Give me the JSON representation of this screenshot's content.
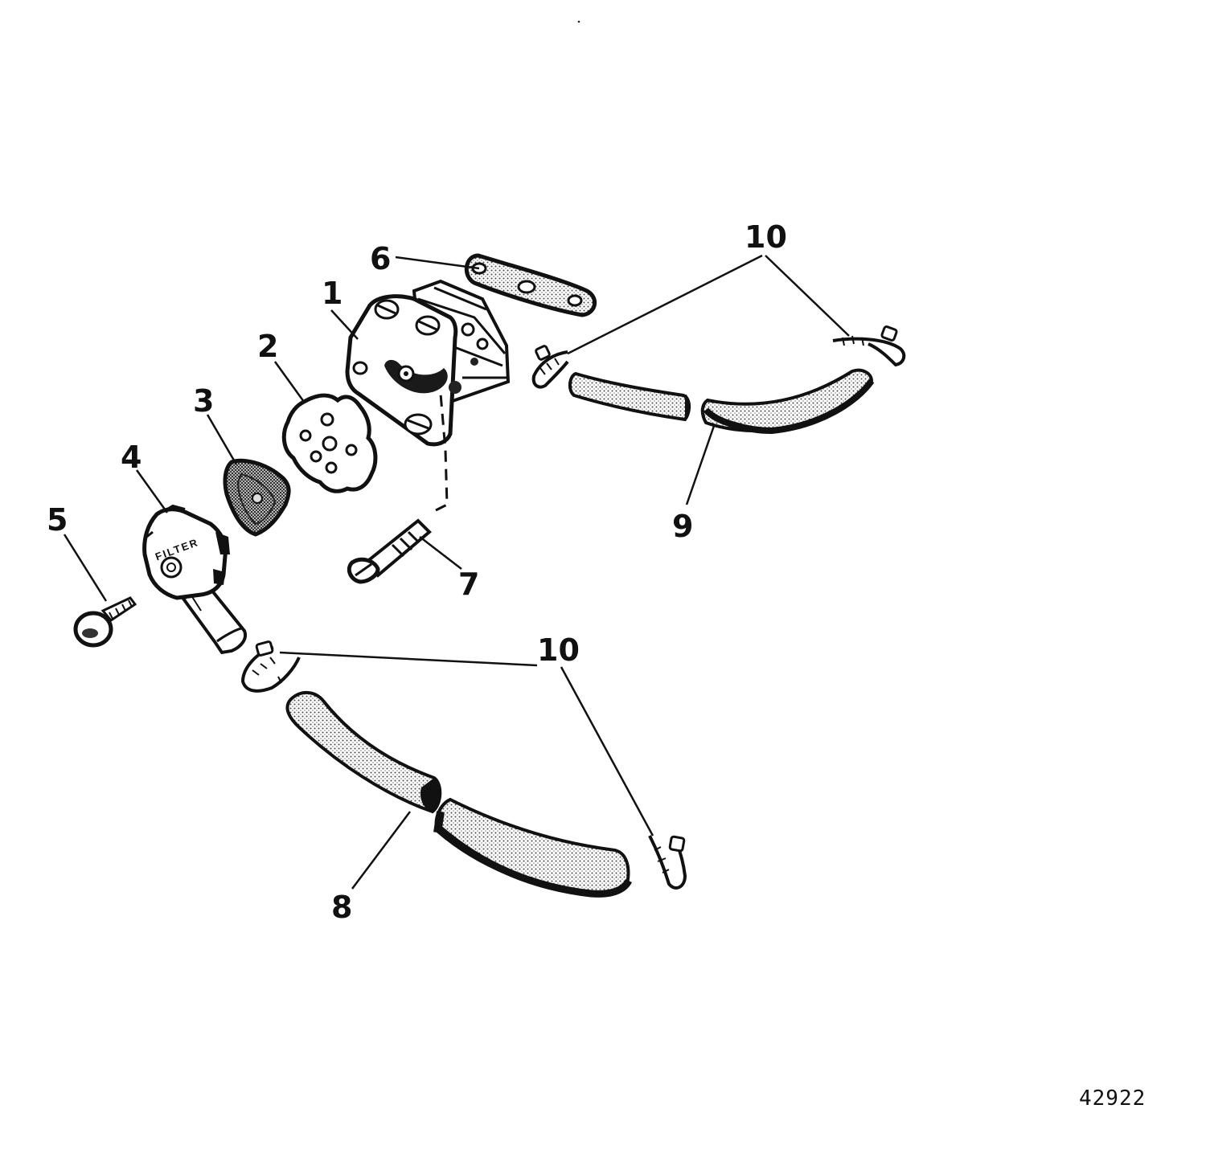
{
  "diagram": {
    "figure_number": "42922",
    "callouts": [
      {
        "id": "1",
        "text": "1"
      },
      {
        "id": "2",
        "text": "2"
      },
      {
        "id": "3",
        "text": "3"
      },
      {
        "id": "4",
        "text": "4"
      },
      {
        "id": "5",
        "text": "5"
      },
      {
        "id": "6",
        "text": "6"
      },
      {
        "id": "7",
        "text": "7"
      },
      {
        "id": "8",
        "text": "8"
      },
      {
        "id": "9",
        "text": "9"
      },
      {
        "id": "10a",
        "text": "10"
      },
      {
        "id": "10b",
        "text": "10"
      }
    ],
    "part_lettering": {
      "filter_cover": "FILTER"
    }
  }
}
